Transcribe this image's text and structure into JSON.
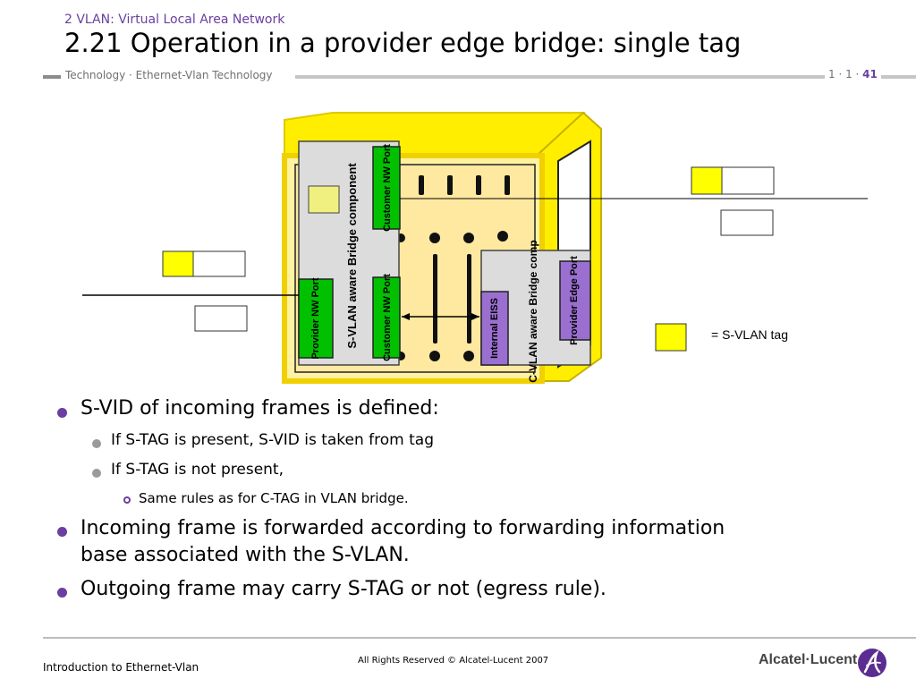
{
  "header": {
    "supertitle": "2 VLAN: Virtual Local Area Network",
    "title": "2.21 Operation in a provider edge bridge: single tag",
    "breadcrumb": "Technology · Ethernet-Vlan Technology",
    "page_prefix": "1 · 1 · ",
    "page_number": "41"
  },
  "diagram": {
    "s_vlan_component": "S-VLAN aware Bridge component",
    "customer_nw_port_top": "Customer NW Port",
    "provider_nw_port": "Provider NW Port",
    "customer_nw_port_bottom": "Customer NW Port",
    "internal_eiss": "Internal EISS",
    "c_vlan_component": "C-VLAN aware Bridge comp",
    "provider_edge_port": "Provider Edge Port",
    "legend_label": "= S-VLAN tag",
    "colors": {
      "s_vlan_tag": "#ffff00",
      "port_green": "#00c000",
      "port_purple": "#9a6fd0",
      "cabinet": "#ffe800"
    }
  },
  "bullets": [
    {
      "level": 1,
      "text": "S-VID of incoming frames is defined:"
    },
    {
      "level": 2,
      "text": "If S-TAG is present, S-VID is taken from tag"
    },
    {
      "level": 2,
      "text": "If S-TAG is not present,"
    },
    {
      "level": 3,
      "text": "Same rules as for C-TAG in VLAN bridge."
    },
    {
      "level": 1,
      "text": "Incoming frame is forwarded according to forwarding information"
    },
    {
      "level": 1,
      "text": "base associated with the S-VLAN."
    },
    {
      "level": 1,
      "text": "Outgoing frame may carry S-TAG or not (egress rule)."
    }
  ],
  "footer": {
    "left": "Introduction to Ethernet-Vlan",
    "center": "All Rights Reserved © Alcatel-Lucent 2007",
    "logo": "Alcatel·Lucent",
    "logo_icon": "alcatel-lucent-swirl-icon"
  }
}
